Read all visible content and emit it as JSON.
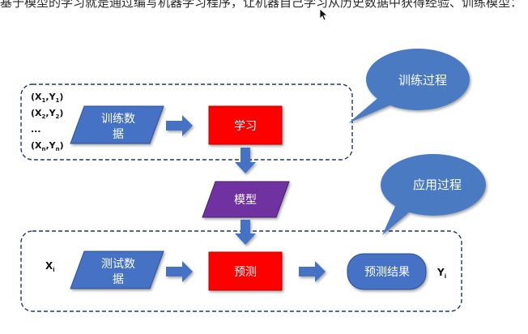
{
  "caption": "基于模型的学习就是通过编写机器学习程序，让机器自己学习从历史数据中获得经验、训练模型：",
  "cursor_icon": "mouse-pointer-icon",
  "training": {
    "bubble": "训练过程",
    "samples": {
      "line1": {
        "open": "(X",
        "s1": "1",
        "mid": ",Y",
        "s2": "1",
        "close": ")"
      },
      "line2": {
        "open": "(X",
        "s1": "2",
        "mid": ",Y",
        "s2": "2",
        "close": ")"
      },
      "ellipsis": "...",
      "line3": {
        "open": "(X",
        "s1": "n",
        "mid": ",Y",
        "s2": "n",
        "close": ")"
      }
    },
    "data_line1": "训练数",
    "data_line2": "据",
    "learn": "学习"
  },
  "model": "模型",
  "application": {
    "bubble": "应用过程",
    "input": {
      "base": "X",
      "sub": "i"
    },
    "data_line1": "测试数",
    "data_line2": "据",
    "predict": "预测",
    "result": "预测结果",
    "output": {
      "base": "Y",
      "sub": "i"
    }
  },
  "colors": {
    "blue_shape": "#4472c4",
    "blue_stroke": "#2f528f",
    "red_box": "#ff0000",
    "purple_model": "#7030a0",
    "bubble": "#4a7ac2",
    "arrow": "#4472c4",
    "dashed_border": "#1f3864"
  }
}
